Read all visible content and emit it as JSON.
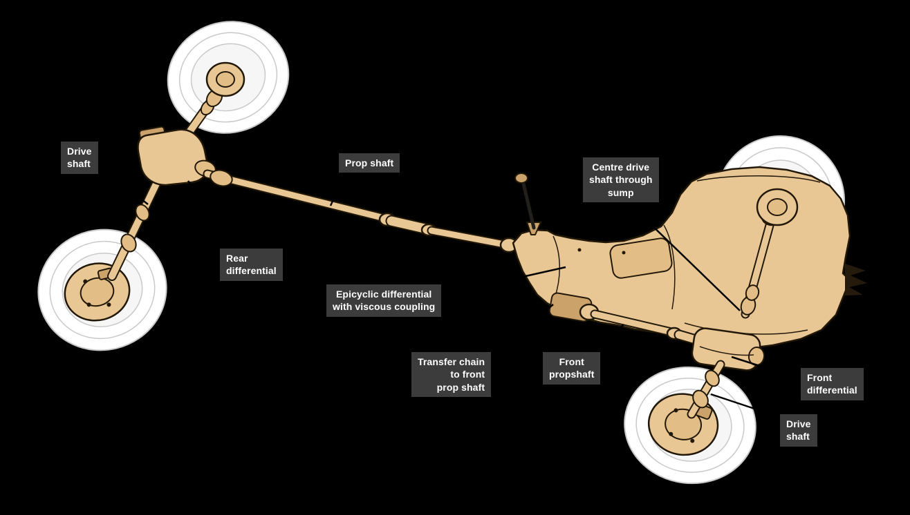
{
  "colors": {
    "bg": "#000000",
    "label-bg": "#3c3c3c",
    "label-text": "#ffffff",
    "leader": "#000000",
    "tan": "#e9c795",
    "tan-mid": "#e2bd85",
    "tan-dark": "#cba36a",
    "outline": "#221808",
    "tire": "#ffffff",
    "tire-line": "#c9c9c9"
  },
  "labels": [
    {
      "id": "rear-drive-shaft",
      "text": "Drive\nshaft"
    },
    {
      "id": "prop-shaft",
      "text": "Prop shaft"
    },
    {
      "id": "centre-drive-shaft",
      "text": "Centre drive\nshaft through\nsump"
    },
    {
      "id": "rear-differential",
      "text": "Rear\ndifferential"
    },
    {
      "id": "epicyclic-differential",
      "text": "Epicyclic differential\nwith viscous coupling"
    },
    {
      "id": "transfer-chain",
      "text": "Transfer chain\nto front\nprop shaft"
    },
    {
      "id": "front-propshaft",
      "text": "Front\npropshaft"
    },
    {
      "id": "front-differential",
      "text": "Front\ndifferential"
    },
    {
      "id": "front-drive-shaft",
      "text": "Drive\nshaft"
    }
  ]
}
